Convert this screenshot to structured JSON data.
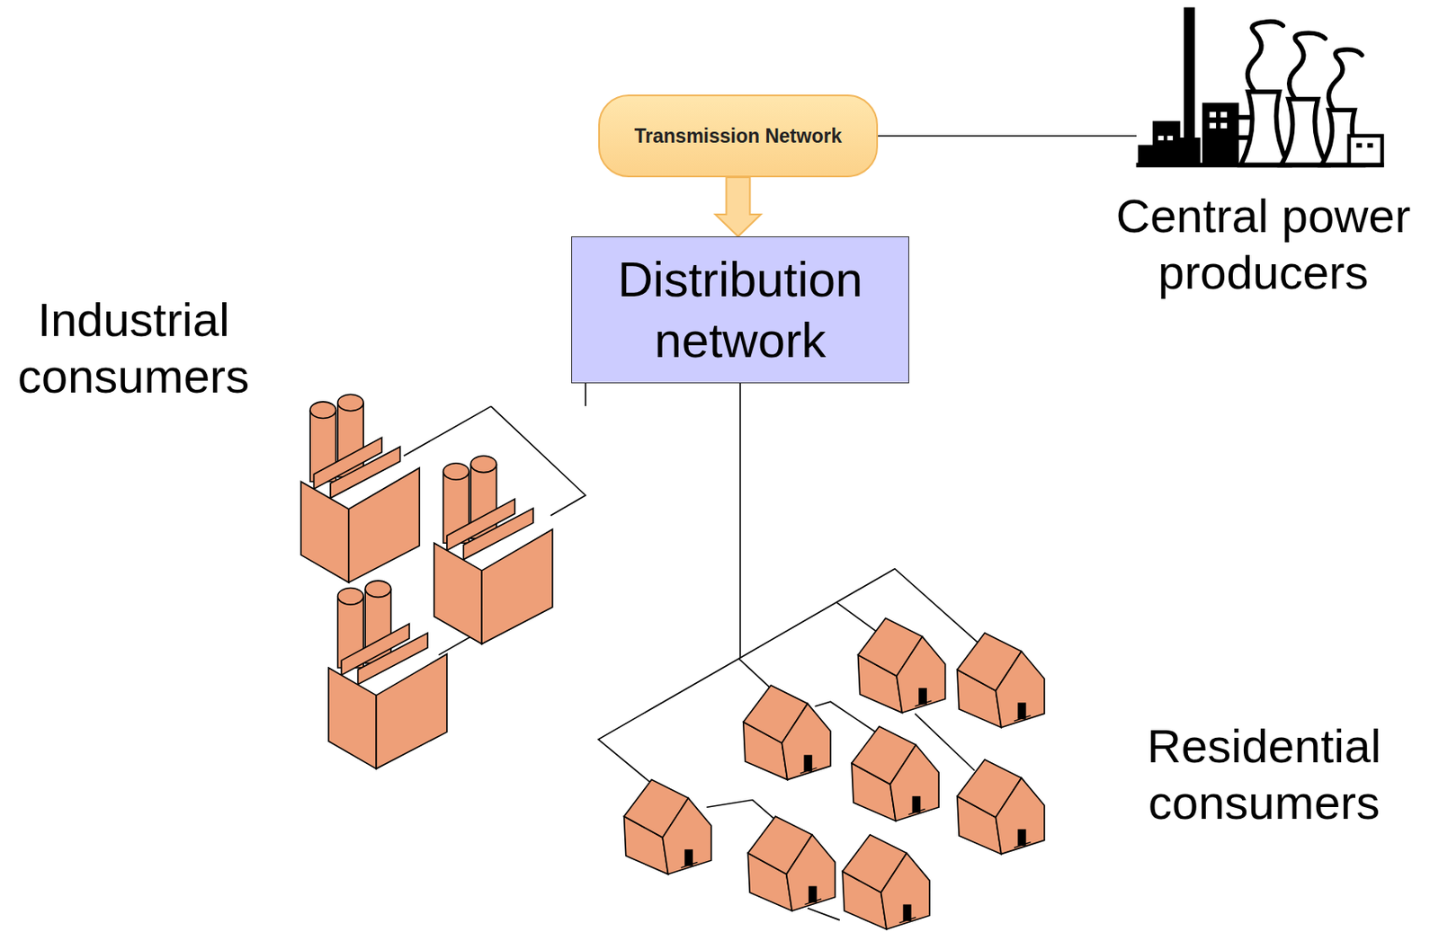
{
  "diagram": {
    "nodes": [
      {
        "text": [
          "Transmission Network"
        ]
      },
      {
        "text": [
          "Distribution network"
        ]
      },
      {
        "text": [
          "Central power producers"
        ]
      },
      {
        "text": [
          "Industrial consumers"
        ]
      },
      {
        "text": [
          "Residential consumers"
        ]
      }
    ],
    "edges": [
      {
        "from": 2,
        "to": 0,
        "arrow": "none"
      },
      {
        "from": 0,
        "to": 1,
        "arrow": "to"
      },
      {
        "from": 1,
        "to": 3,
        "arrow": "none"
      },
      {
        "from": 1,
        "to": 4,
        "arrow": "none"
      }
    ]
  }
}
